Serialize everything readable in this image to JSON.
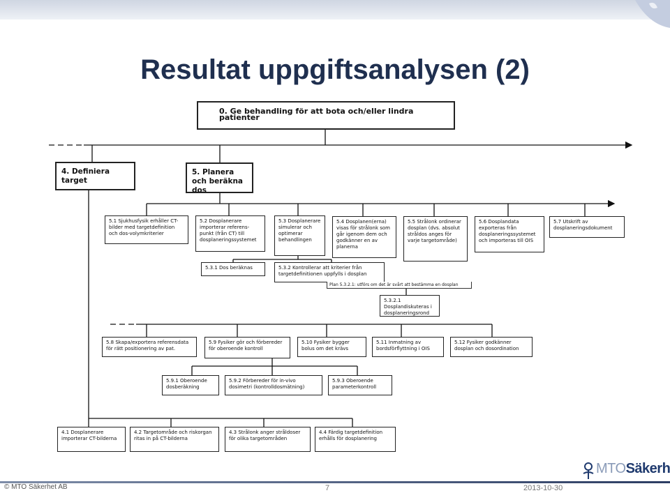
{
  "title": "Resultat uppgiftsanalysen (2)",
  "diagram": {
    "root": "0. Ge behandling för att bota och/eller lindra patienter",
    "n4": "4. Definiera target",
    "n5": "5. Planera och beräkna dos",
    "n5_1": "5.1 Sjukhusfysik erhåller CT-bilder med targetdefinition och dos-volymkriterier",
    "n5_2": "5.2 Dosplanerare importerar referens-punkt (från CT) till dosplaneringssystemet",
    "n5_3": "5.3 Dosplanerare simulerar och optimerar behandlingen",
    "n5_4": "5.4 Dosplanen(erna) visas för strålonk som går igenom dem och godkänner en av planerna",
    "n5_5": "5.5 Strålonk ordinerar dosplan (dvs. absolut stråldos anges för varje targetområde)",
    "n5_6": "5.6 Dosplandata exporteras från dosplaneringssystemet och importeras till OIS",
    "n5_7": "5.7 Utskrift av dosplaneringsdokument",
    "n5_3_1": "5.3.1 Dos beräknas",
    "n5_3_2": "5.3.2 Kontrollerar att kriterier från targetdefinitionen uppfylls i dosplan",
    "plan": "Plan 5.3.2.1: utförs om det är svårt att bestämma en dosplan",
    "n5_3_2_1": "5.3.2.1 Dosplandiskuteras i dosplaneringsrond",
    "n5_8": "5.8 Skapa/exportera referensdata för rätt positionering av pat.",
    "n5_9": "5.9 Fysiker gör och förbereder för oberoende kontroll",
    "n5_10": "5.10 Fysiker bygger bolus om det krävs",
    "n5_11": "5.11 Inmatning av bordsförflyttning i OIS",
    "n5_12": "5.12 Fysiker godkänner dosplan och dosordination",
    "n5_9_1": "5.9.1 Oberoende dosberäkning",
    "n5_9_2": "5.9.2 Förbereder för in-vivo dosimetri (kontrolldosmätning)",
    "n5_9_3": "5.9.3 Oberoende parameterkontroll",
    "n4_1": "4.1 Dosplanerare importerar CT-bilderna",
    "n4_2": "4.2 Targetområde och riskorgan ritas in på CT-bilderna",
    "n4_3": "4.3 Strålonk anger stråldoser för olika targetområden",
    "n4_4": "4.4 Färdig targetdefinition erhålls för dosplanering"
  },
  "footer": {
    "company": "© MTO Säkerhet AB",
    "page": "7",
    "date": "2013-10-30",
    "logo_pre": "MTO",
    "logo_main": "Säkerhet"
  },
  "colors": {
    "title": "#1f2f4f",
    "footer_bar": "#2c3d63",
    "logo": "#1f3a6e"
  }
}
